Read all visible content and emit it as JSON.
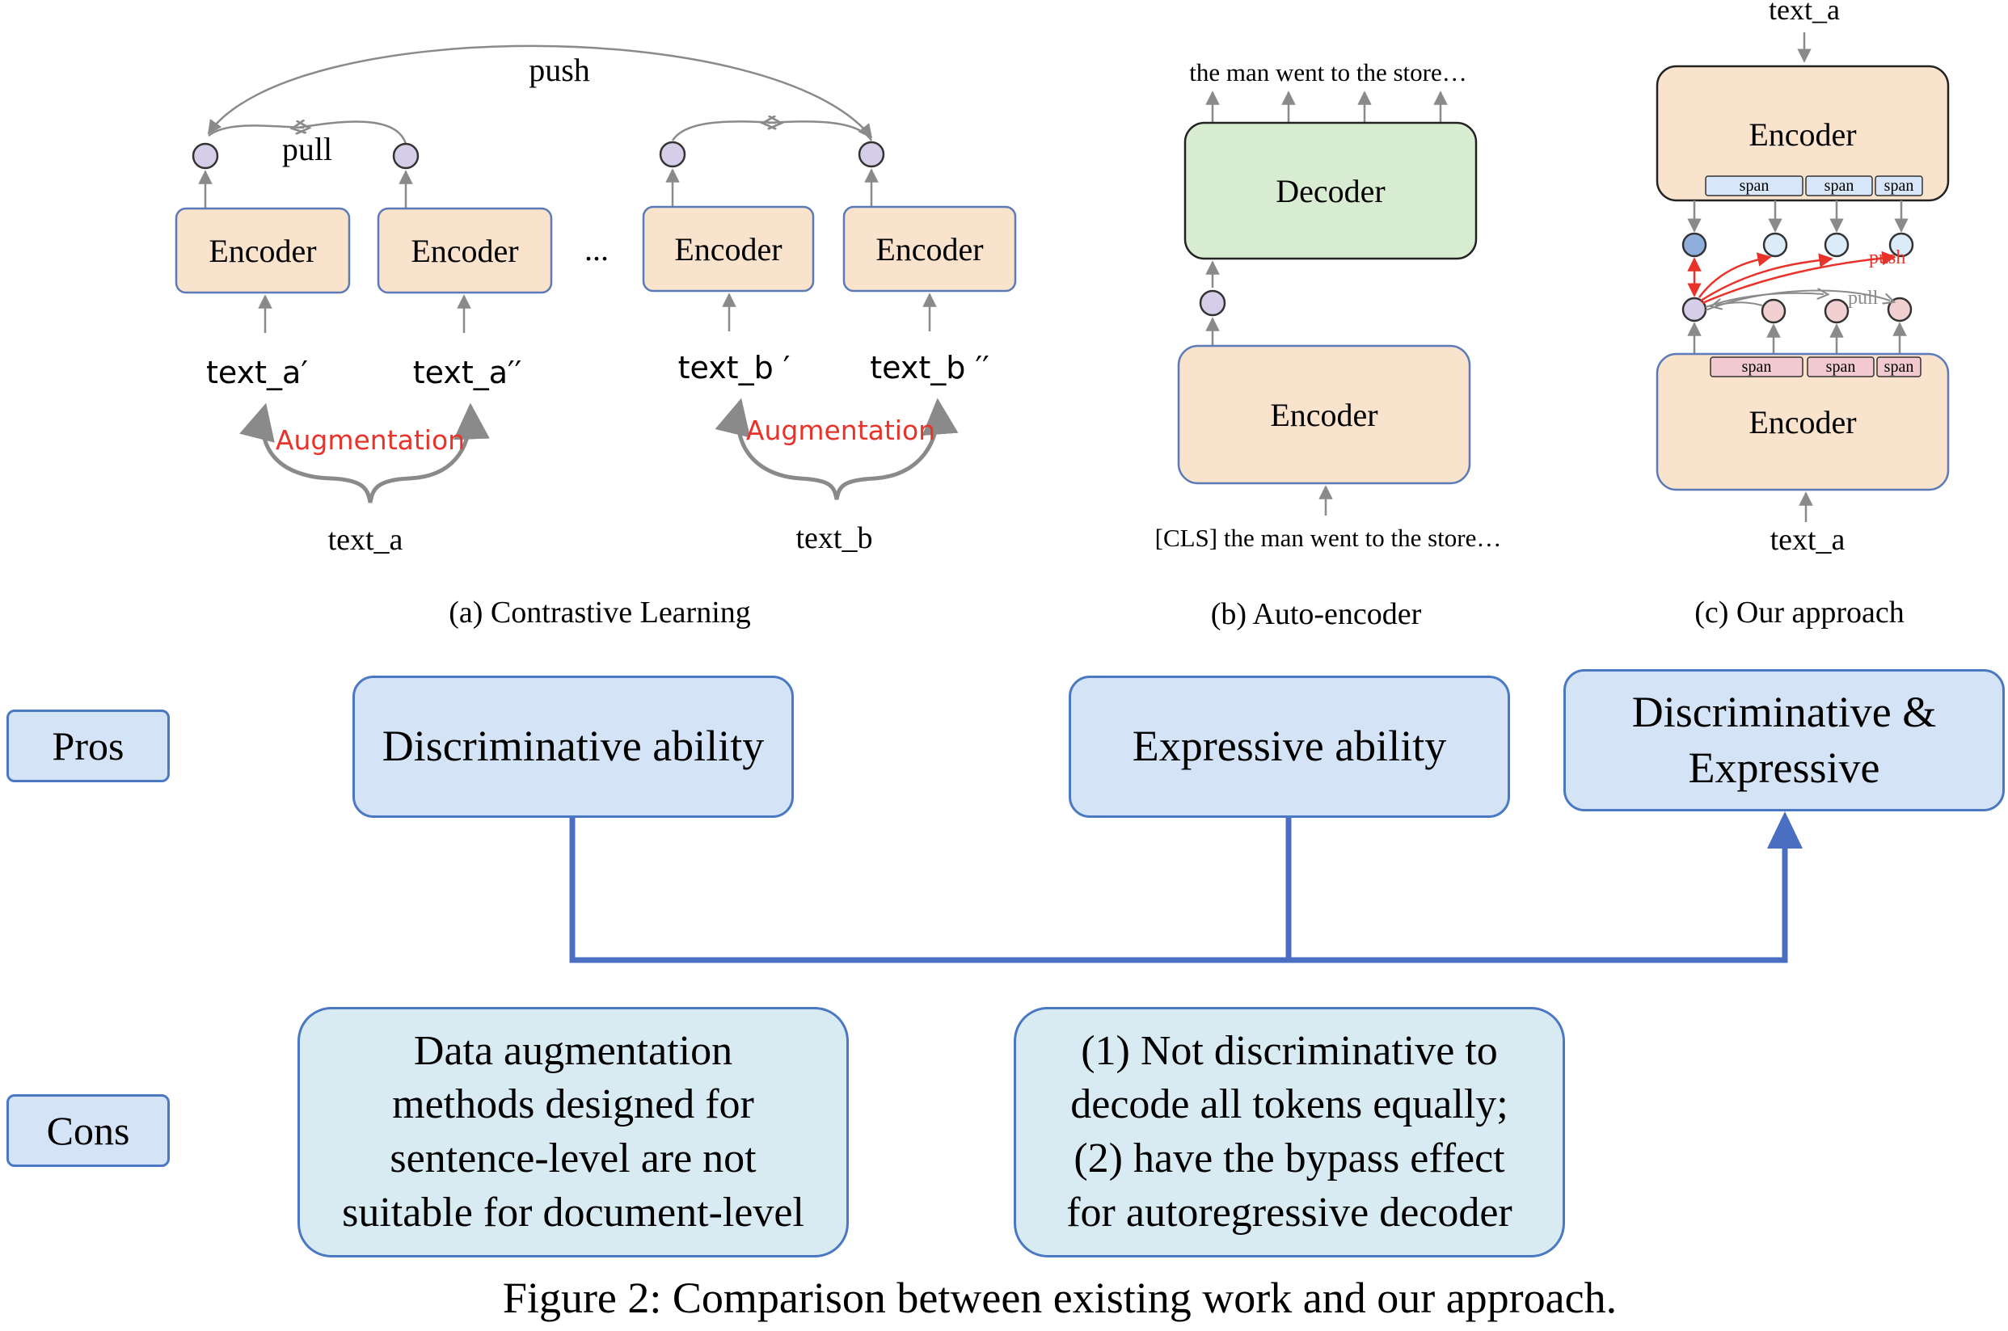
{
  "panel_a": {
    "caption": "(a) Contrastive Learning",
    "encoder_label": "Encoder",
    "ellipsis": "...",
    "push_label": "push",
    "pull_label": "pull",
    "inputs": [
      "text_a′",
      "text_a′′",
      "text_b ′",
      "text_b ′′"
    ],
    "augmentation_label": "Augmentation",
    "sources": [
      "text_a",
      "text_b"
    ]
  },
  "panel_b": {
    "caption": "(b) Auto-encoder",
    "decoder_label": "Decoder",
    "encoder_label": "Encoder",
    "output_text": "the man went to the store…",
    "input_text": "[CLS] the man went to the store…"
  },
  "panel_c": {
    "caption": "(c) Our approach",
    "encoder_label": "Encoder",
    "top_input": "text_a",
    "bottom_input": "text_a",
    "span_label": "span",
    "push_label": "push",
    "pull_label": "pull"
  },
  "pros": {
    "tag": "Pros",
    "items": [
      "Discriminative ability",
      "Expressive ability",
      "Discriminative &\nExpressive"
    ]
  },
  "cons": {
    "tag": "Cons",
    "items": [
      "Data augmentation\nmethods designed for\nsentence-level are not\nsuitable for document-level",
      "(1) Not discriminative to\ndecode all tokens equally;\n(2) have the bypass effect\nfor autoregressive decoder"
    ]
  },
  "figure_caption": "Figure 2: Comparison between existing work and our approach.",
  "colors": {
    "encoder_fill": "#fae3cc",
    "decoder_fill": "#d8ecd2",
    "node_purple": "#d6cde8",
    "node_blue": "#dcebf8",
    "node_dark_blue": "#8faedc",
    "node_pink": "#f2d0d2",
    "span_blue": "#d7e6f8",
    "span_pink": "#f2c9cf",
    "augmentation_red": "#e8332a",
    "connector_blue": "#4a6fc2"
  }
}
